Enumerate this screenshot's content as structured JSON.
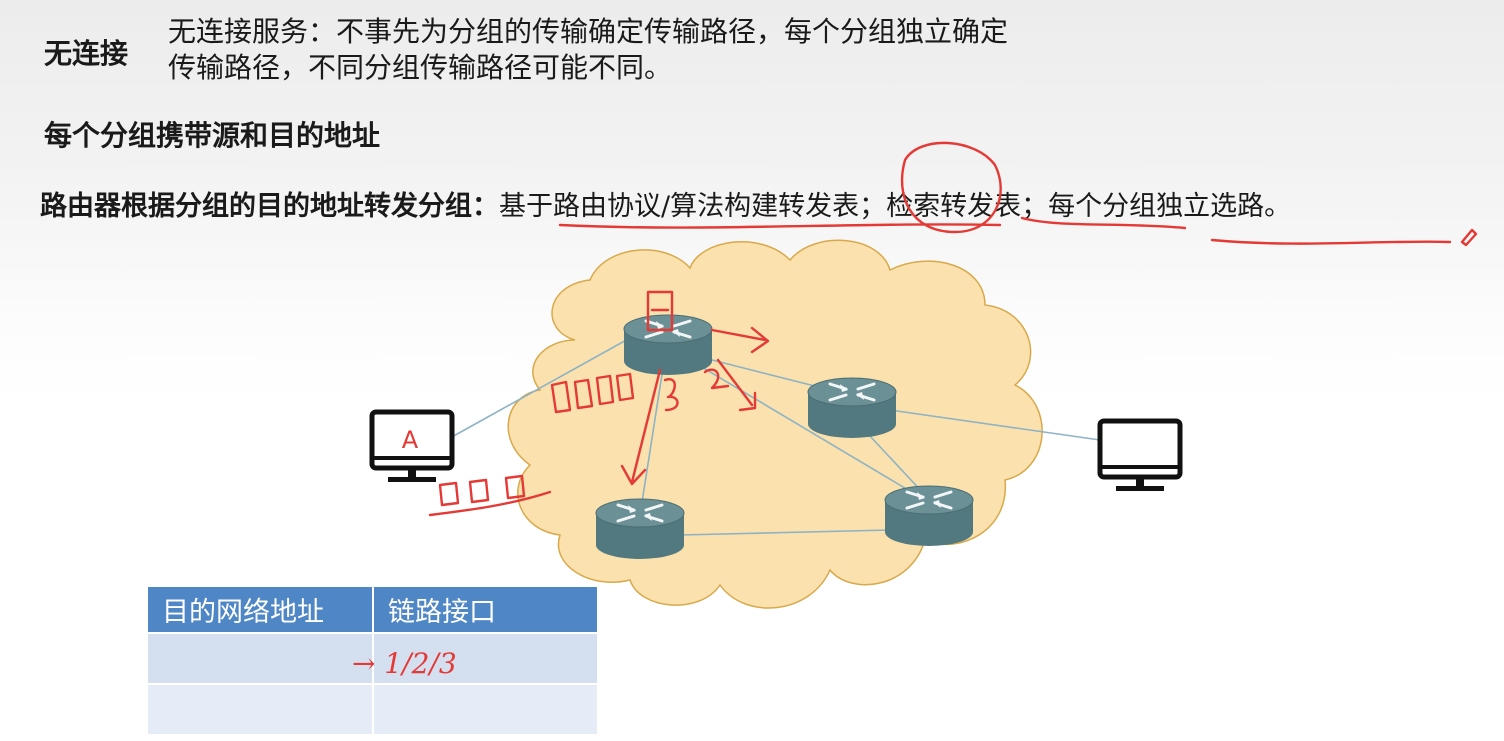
{
  "heading": {
    "connectionless_label": "无连接"
  },
  "service_description": {
    "line1": "无连接服务：不事先为分组的传输确定传输路径，每个分组独立确定",
    "line2": "传输路径，不同分组传输路径可能不同。"
  },
  "address_note": "每个分组携带源和目的地址",
  "forwarding": {
    "lead": "路由器根据分组的目的地址转发分组：",
    "rest": "基于路由协议/算法构建转发表；检索转发表；每个分组独立选路。"
  },
  "diagram": {
    "host_a_label": "A",
    "cloud_fill": "#fbe1ae",
    "router_color": "#52797f",
    "link_color": "#8db3c4",
    "annotation_color": "#e53935"
  },
  "routing_table": {
    "columns": [
      "目的网络地址",
      "链路接口"
    ],
    "annotation": "→ 1/2/3"
  }
}
